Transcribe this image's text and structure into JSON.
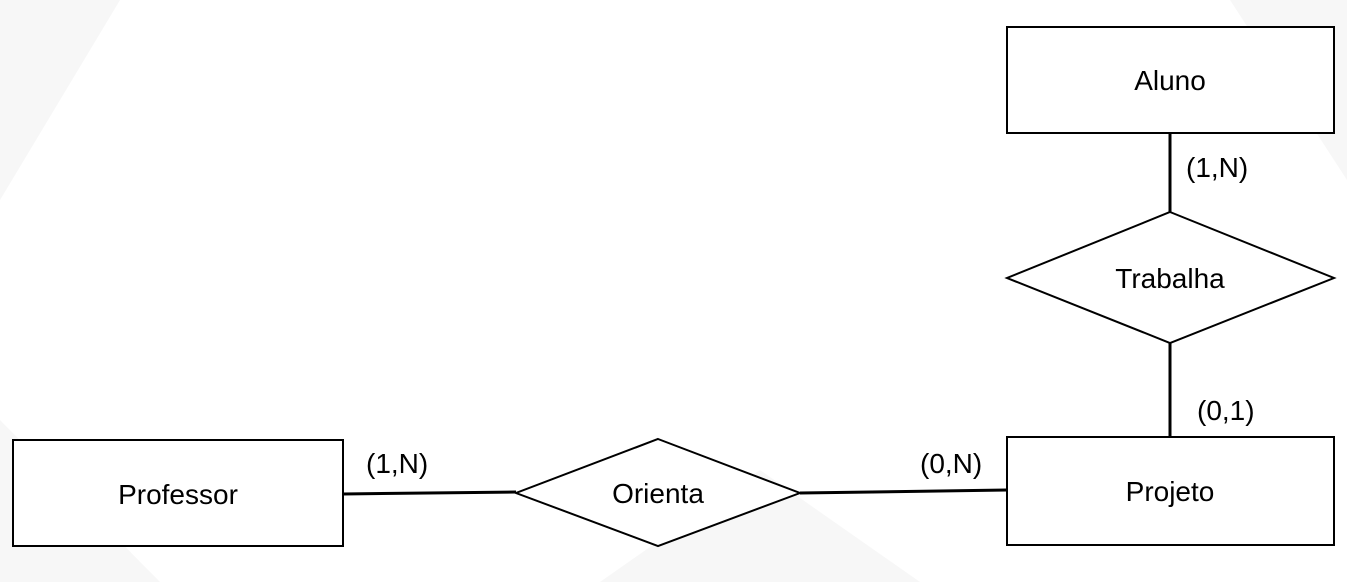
{
  "colors": {
    "background": "#ffffff",
    "stroke": "#000000",
    "text": "#000000"
  },
  "entities": {
    "aluno": "Aluno",
    "projeto": "Projeto",
    "professor": "Professor"
  },
  "relationships": {
    "trabalha": "Trabalha",
    "orienta": "Orienta"
  },
  "cardinalities": {
    "aluno_trabalha": "(1,N)",
    "projeto_trabalha": "(0,1)",
    "professor_orienta": "(1,N)",
    "projeto_orienta": "(0,N)"
  }
}
